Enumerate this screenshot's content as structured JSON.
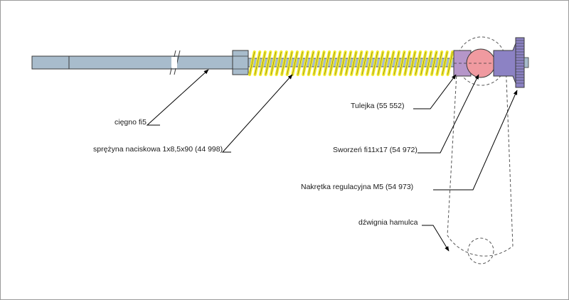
{
  "labels": {
    "ciegno": "cięgno fi5",
    "sprezyna": "sprężyna naciskowa 1x8,5x90 (44 998)",
    "tulejka": "Tulejka (55 552)",
    "sworzen": "Sworzeń fi11x17 (54 972)",
    "nakretka": "Nakrętka regulacyjna M5 (54 973)",
    "dzwignia": "dźwignia hamulca"
  },
  "colors": {
    "rod": "#a8bccc",
    "spring": "#f2ea2a",
    "sleeve": "#b596c9",
    "pin": "#f09aa0",
    "nut": "#8c82c4",
    "outline": "#3a3a3a"
  }
}
